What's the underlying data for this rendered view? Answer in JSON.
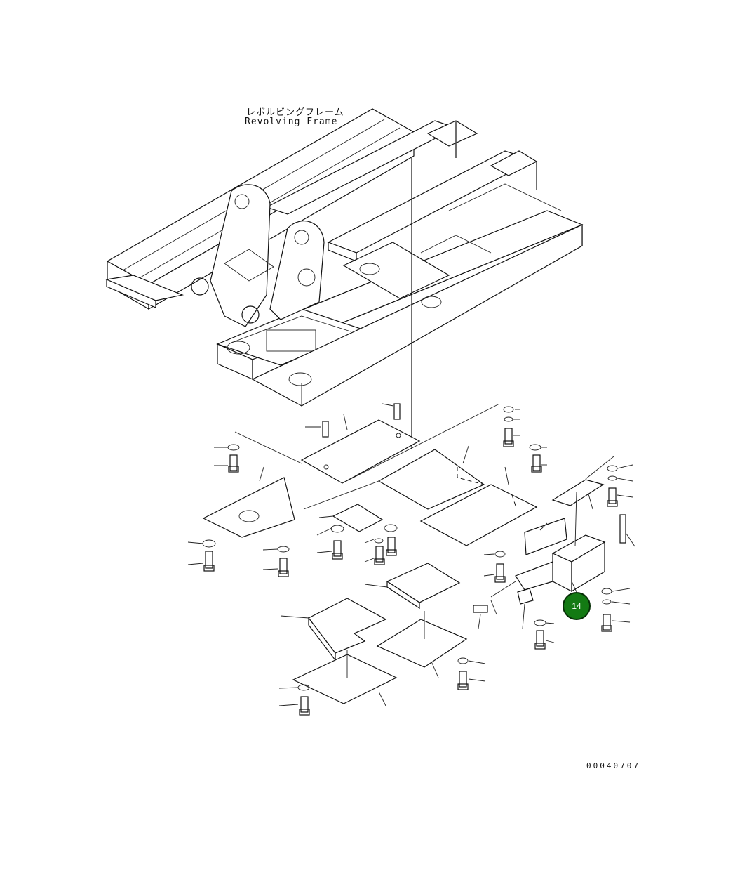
{
  "diagram": {
    "frame_label_jp": "レボルビングフレーム",
    "frame_label_en": "Revolving Frame",
    "callout": {
      "number": "14",
      "color": "#137a13"
    },
    "document_number": "00040707"
  }
}
